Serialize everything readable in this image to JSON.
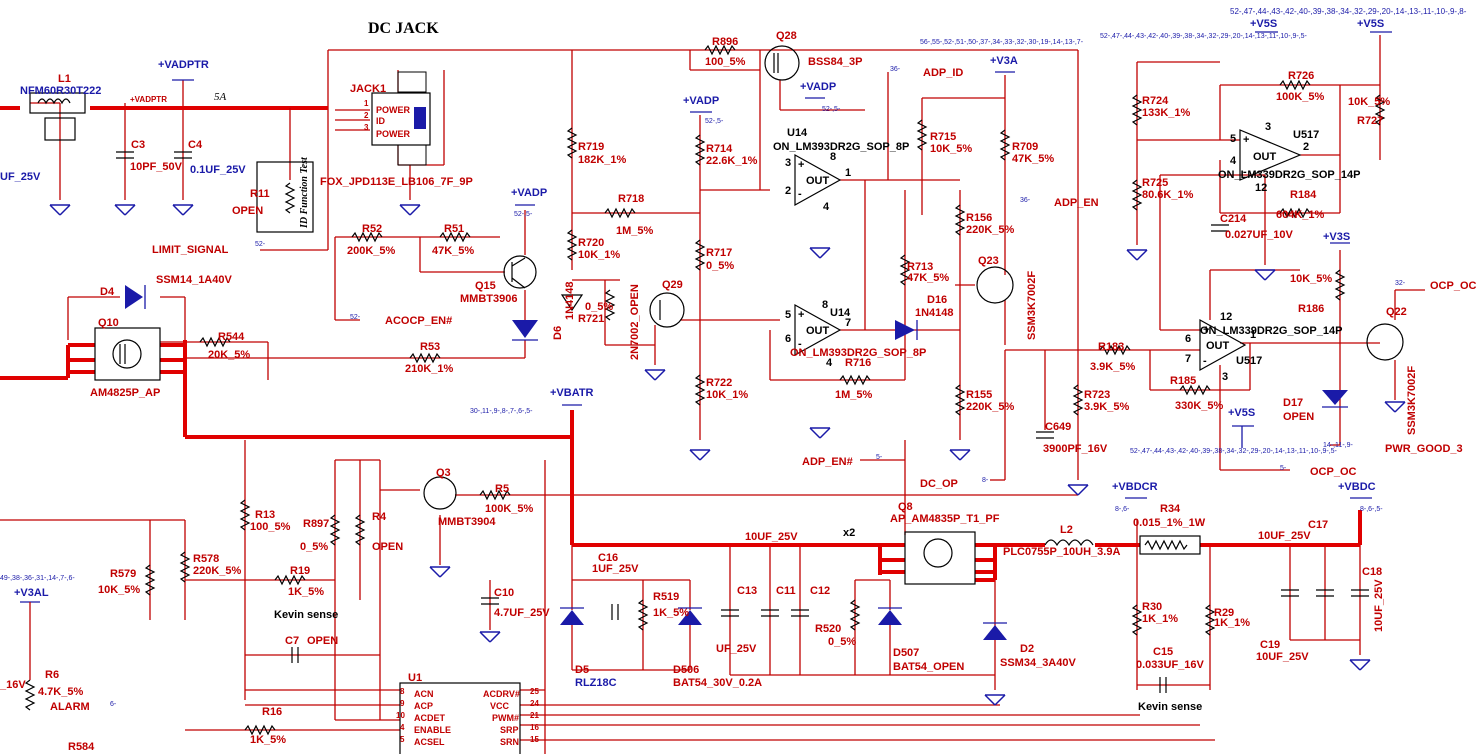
{
  "title": "DC JACK",
  "components": [
    {
      "ref": "L1",
      "value": "NFM60R30T222"
    },
    {
      "ref": "C3",
      "value": "10PF_50V"
    },
    {
      "ref": "C4",
      "value": "0.1UF_25V"
    },
    {
      "ref": "JACK1",
      "value": "FOX_JPD113E_LB106_7F_9P"
    },
    {
      "ref": "R11",
      "value": "OPEN"
    },
    {
      "ref": "R52",
      "value": "200K_5%"
    },
    {
      "ref": "R51",
      "value": "47K_5%"
    },
    {
      "ref": "Q15",
      "value": "MMBT3906"
    },
    {
      "ref": "D4",
      "value": "SSM14_1A40V"
    },
    {
      "ref": "Q10",
      "value": "AM4825P_AP"
    },
    {
      "ref": "R544",
      "value": "20K_5%"
    },
    {
      "ref": "R53",
      "value": "210K_1%"
    },
    {
      "ref": "R896",
      "value": "100_5%"
    },
    {
      "ref": "Q28",
      "value": "BSS84_3P"
    },
    {
      "ref": "R719",
      "value": "182K_1%"
    },
    {
      "ref": "R718",
      "value": "1M_5%"
    },
    {
      "ref": "R720",
      "value": "10K_1%"
    },
    {
      "ref": "R721",
      "value": "0_5%"
    },
    {
      "ref": "D6",
      "value": "1N4148"
    },
    {
      "ref": "Q29",
      "value": "2N7002_OPEN"
    },
    {
      "ref": "R714",
      "value": "22.6K_1%"
    },
    {
      "ref": "R717",
      "value": "0_5%"
    },
    {
      "ref": "R722",
      "value": "10K_1%"
    },
    {
      "ref": "U14",
      "value": "ON_LM393DR2G_SOP_8P"
    },
    {
      "ref": "R716",
      "value": "1M_5%"
    },
    {
      "ref": "R715",
      "value": "10K_5%"
    },
    {
      "ref": "R713",
      "value": "47K_5%"
    },
    {
      "ref": "D16",
      "value": "1N4148"
    },
    {
      "ref": "R156",
      "value": "220K_5%"
    },
    {
      "ref": "R155",
      "value": "220K_5%"
    },
    {
      "ref": "R709",
      "value": "47K_5%"
    },
    {
      "ref": "Q23",
      "value": "SSM3K7002F"
    },
    {
      "ref": "R724",
      "value": "133K_1%"
    },
    {
      "ref": "R725",
      "value": "80.6K_1%"
    },
    {
      "ref": "R726",
      "value": "100K_5%"
    },
    {
      "ref": "R184",
      "value": "604K_1%"
    },
    {
      "ref": "U517",
      "value": "ON_LM339DR2G_SOP_14P"
    },
    {
      "ref": "C214",
      "value": "0.027UF_10V"
    },
    {
      "ref": "R727",
      "value": "10K_5%"
    },
    {
      "ref": "R186",
      "value": "10K_5%"
    },
    {
      "ref": "Q22",
      "value": "SSM3K7002F"
    },
    {
      "ref": "R183",
      "value": "3.9K_5%"
    },
    {
      "ref": "R185",
      "value": "330K_5%"
    },
    {
      "ref": "R723",
      "value": "3.9K_5%"
    },
    {
      "ref": "C649",
      "value": "3900PF_16V"
    },
    {
      "ref": "D17",
      "value": "OPEN"
    },
    {
      "ref": "Q3",
      "value": "MMBT3904"
    },
    {
      "ref": "R5",
      "value": "100K_5%"
    },
    {
      "ref": "R13",
      "value": "100_5%"
    },
    {
      "ref": "R897",
      "value": "0_5%"
    },
    {
      "ref": "R4",
      "value": "OPEN"
    },
    {
      "ref": "R19",
      "value": "1K_5%"
    },
    {
      "ref": "C7",
      "value": "OPEN"
    },
    {
      "ref": "R578",
      "value": "220K_5%"
    },
    {
      "ref": "R579",
      "value": "10K_5%"
    },
    {
      "ref": "R6",
      "value": "4.7K_5%"
    },
    {
      "ref": "C10",
      "value": "4.7UF_25V"
    },
    {
      "ref": "C16",
      "value": "1UF_25V"
    },
    {
      "ref": "R519",
      "value": "1K_5%"
    },
    {
      "ref": "D5",
      "value": "RLZ18C"
    },
    {
      "ref": "D506",
      "value": "BAT54_30V_0.2A"
    },
    {
      "ref": "C13",
      "value": ""
    },
    {
      "ref": "C11",
      "value": ""
    },
    {
      "ref": "C12",
      "value": ""
    },
    {
      "ref": "R520",
      "value": "0_5%"
    },
    {
      "ref": "D507",
      "value": "BAT54_OPEN"
    },
    {
      "ref": "Q8",
      "value": "AP_AM4835P_T1_PF"
    },
    {
      "ref": "D2",
      "value": "SSM34_3A40V"
    },
    {
      "ref": "L2",
      "value": "PLC0755P_10UH_3.9A"
    },
    {
      "ref": "R34",
      "value": "0.015_1%_1W"
    },
    {
      "ref": "R30",
      "value": "1K_1%"
    },
    {
      "ref": "R29",
      "value": "1K_1%"
    },
    {
      "ref": "C15",
      "value": "0.033UF_16V"
    },
    {
      "ref": "C17",
      "value": "10UF_25V"
    },
    {
      "ref": "C18",
      "value": "10UF_25V"
    },
    {
      "ref": "C19",
      "value": "10UF_25V"
    },
    {
      "ref": "R16",
      "value": "1K_5%"
    },
    {
      "ref": "R584",
      "value": ""
    },
    {
      "ref": "U1",
      "value": ""
    }
  ],
  "nets": {
    "vadptr": "+VADPTR",
    "vadptr_small": "+VADPTR",
    "vadp1": "+VADP",
    "vadp2": "+VADP",
    "vadp3": "+VADP",
    "v3a": "+V3A",
    "v5s1": "+V5S",
    "v5s2": "+V5S",
    "v3s": "+V3S",
    "v5s3": "+V5S",
    "vbatr": "+VBATR",
    "vbdcr": "+VBDCR",
    "vbdc": "+VBDC",
    "v3al": "+V3AL",
    "limit_signal": "LIMIT_SIGNAL",
    "acocp_en": "ACOCP_EN#",
    "adp_id": "ADP_ID",
    "adp_en": "ADP_EN",
    "adp_en_n": "ADP_EN#",
    "dc_op": "DC_OP",
    "ocp_oc1": "OCP_OC",
    "ocp_oc2": "OCP_OC",
    "pwr_good": "PWR_GOOD_3",
    "alarm": "ALARM"
  },
  "pagerefs": {
    "limit": "52-",
    "acocp": "52-",
    "adpid": "36-",
    "adpen": "36-",
    "adpen_n": "5-",
    "dcop": "8-",
    "ocp1": "32-",
    "ocp2": "5-",
    "pwrgood": "14-,11-,9-",
    "alarm": "6-",
    "vbdcr": "8-,6-",
    "vbdc": "8-,6-,5-",
    "vadp1": "52-,5-",
    "vadp2": "52-,5-",
    "vadp3": "52-,5-",
    "vbatr": "30-,11-,9-,8-,7-,6-,5-",
    "v5s_top": "52-,47-,44-,43-,42-,40-,39-,38-,34-,32-,29-,20-,14-,13-,11-,10-,9-,8-",
    "v5s_b": "52-,47-,44-,43-,42-,40-,39-,38-,34-,32-,29-,20-,14-,13-,11-,10-,9-,5-",
    "v3a_row": "56-,55-,52-,51-,50-,37-,34-,33-,32-,30-,19-,14-,13-,7-",
    "v5s_row2": "52-,47-,44-,43-,42-,40-,39-,38-,34-,32-,29-,20-,14-,13-,11-,10-,9-,5-",
    "v3al_row": "49-,38-,36-,31-,14-,7-,6-"
  },
  "jack_pins": {
    "power1": "POWER",
    "id": "ID",
    "power2": "POWER"
  },
  "jack_pin_nums": [
    "1",
    "2",
    "3"
  ],
  "u1_pins": [
    {
      "num": "8",
      "name": "ACN"
    },
    {
      "num": "9",
      "name": "ACP"
    },
    {
      "num": "10",
      "name": "ACDET"
    },
    {
      "num": "4",
      "name": "ENABLE"
    },
    {
      "num": "5",
      "name": "ACSEL"
    }
  ],
  "u1_right": [
    {
      "num": "25",
      "name": "ACDRV#"
    },
    {
      "num": "24",
      "name": "VCC"
    },
    {
      "num": "21",
      "name": "PWM#"
    },
    {
      "num": "16",
      "name": "SRP"
    },
    {
      "num": "15",
      "name": "SRN"
    }
  ],
  "notes": {
    "current": "5A",
    "id_test": "ID Function Test",
    "kevin1": "Kevin sense",
    "kevin2": "Kevin sense",
    "x2": "x2",
    "cap10uf": "10UF_25V",
    "uf25": "UF_25V",
    "uf16": "_16V"
  },
  "opamp": {
    "out": "OUT",
    "plus": "+",
    "minus": "-"
  },
  "pins": {
    "p1": "1",
    "p2": "2",
    "p3": "3",
    "p4": "4",
    "p5": "5",
    "p6": "6",
    "p7": "7",
    "p8": "8",
    "p12": "12"
  }
}
